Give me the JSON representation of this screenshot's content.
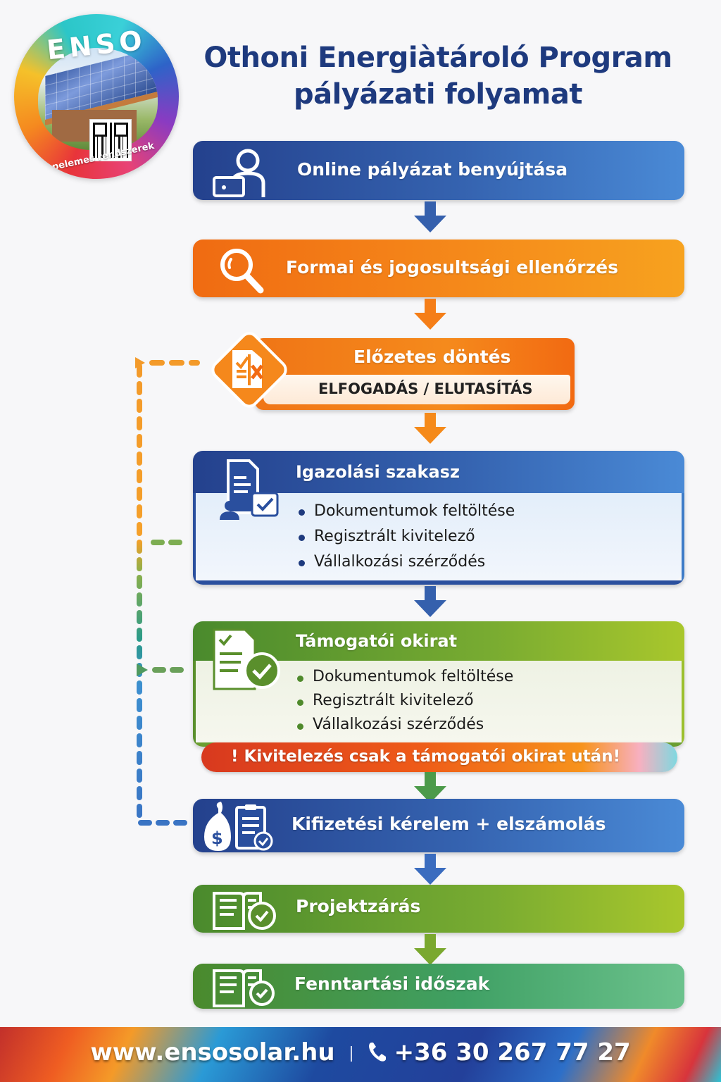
{
  "logo": {
    "brand": "ENSO",
    "tagline": "Napelemes rendszerek"
  },
  "header": {
    "title_line1": "Othoni Energiàtároló Program",
    "title_line2": "pályázati folyamat"
  },
  "colors": {
    "title": "#1e3a7e",
    "blue": "#2a4f9e",
    "orange": "#f5891a",
    "green": "#6ba32f",
    "warning_red": "#d8391f"
  },
  "steps": [
    {
      "label": "Online pályázat benyújtása",
      "icon": "person-laptop-icon",
      "color": "blue"
    },
    {
      "label": "Formai és jogosultsági ellenőrzés",
      "icon": "magnifier-icon",
      "color": "orange"
    },
    {
      "label": "Előzetes döntés",
      "sub": "ELFOGADÁS / ELUTASÍTÁS",
      "icon": "document-check-x-icon",
      "color": "orange"
    },
    {
      "label": "Igazolási szakasz",
      "icon": "document-user-check-icon",
      "color": "blue",
      "items": [
        "Dokumentumok feltöltése",
        "Regisztrált kivitelező",
        "Vállalkozási szérződés"
      ]
    },
    {
      "label": "Támogatói okirat",
      "icon": "document-check-circle-icon",
      "color": "green",
      "items": [
        "Dokumentumok feltöltése",
        "Regisztrált kivitelező",
        "Vállalkozási szérződés"
      ],
      "warning": "! Kivitelezés csak a támogatói okirat után!"
    },
    {
      "label": "Kifizetési kérelem + elszámolás",
      "icon": "money-bag-clipboard-icon",
      "color": "blue"
    },
    {
      "label": "Projektzárás",
      "icon": "book-check-icon",
      "color": "green"
    },
    {
      "label": "Fenntartási időszak",
      "icon": "book-check-icon",
      "color": "teal"
    }
  ],
  "footer": {
    "website": "www.ensosolar.hu",
    "phone": "+36 30 267 77 27"
  }
}
